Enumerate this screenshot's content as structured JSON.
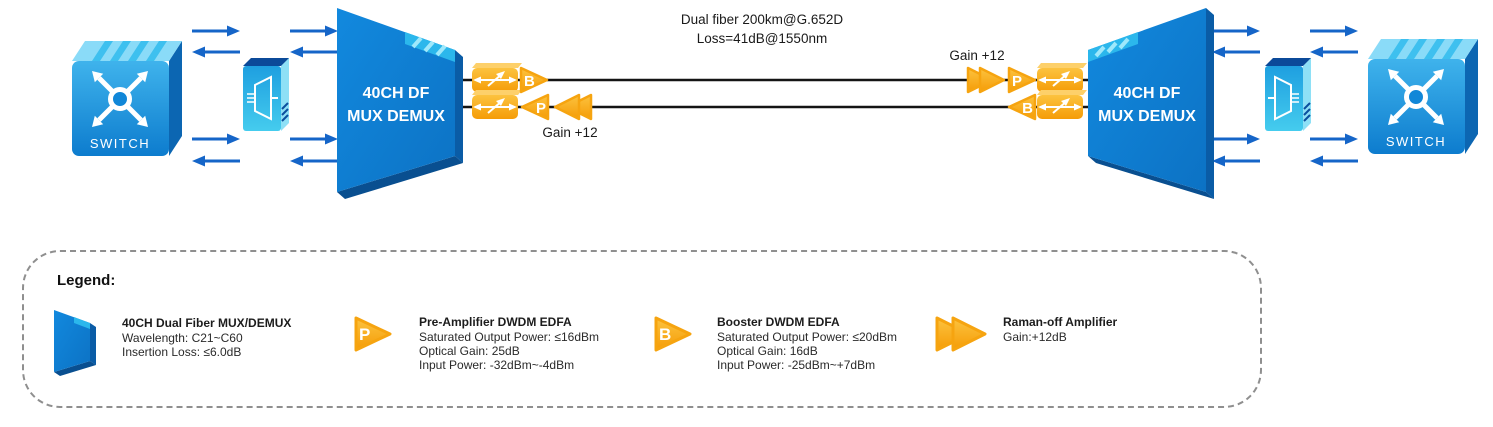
{
  "diagram": {
    "fiber_label_line1": "Dual fiber 200km@G.652D",
    "fiber_label_line2": "Loss=41dB@1550nm",
    "gain_label_bottom_left": "Gain +12",
    "gain_label_top_right": "Gain +12",
    "switch_left": {
      "label": "SWITCH"
    },
    "switch_right": {
      "label": "SWITCH"
    },
    "mux_left": {
      "line1": "40CH DF",
      "line2": "MUX DEMUX"
    },
    "mux_right": {
      "line1": "40CH DF",
      "line2": "MUX DEMUX"
    },
    "amps": {
      "booster_left_letter": "B",
      "preamp_left_letter": "P",
      "preamp_right_letter": "P",
      "booster_right_letter": "B"
    }
  },
  "legend": {
    "title": "Legend:",
    "items": [
      {
        "icon": "mux-demux-icon",
        "title": "40CH Dual Fiber MUX/DEMUX",
        "lines": [
          "Wavelength: C21~C60",
          "Insertion Loss: ≤6.0dB"
        ]
      },
      {
        "icon": "preamp-icon",
        "letter": "P",
        "title": "Pre-Amplifier DWDM EDFA",
        "lines": [
          "Saturated Output Power: ≤16dBm",
          "Optical Gain: 25dB",
          "Input Power: -32dBm~-4dBm"
        ]
      },
      {
        "icon": "booster-icon",
        "letter": "B",
        "title": "Booster DWDM EDFA",
        "lines": [
          "Saturated Output Power: ≤20dBm",
          "Optical Gain: 16dB",
          "Input Power: -25dBm~+7dBm"
        ]
      },
      {
        "icon": "raman-amplifier-icon",
        "title": "Raman-off Amplifier",
        "lines": [
          "Gain:+12dB"
        ]
      }
    ]
  },
  "colors": {
    "brand_blue": "#0F7CD0",
    "arrow_blue": "#1565C8",
    "amp_orange": "#F59C07",
    "fiber_black": "#141414"
  }
}
